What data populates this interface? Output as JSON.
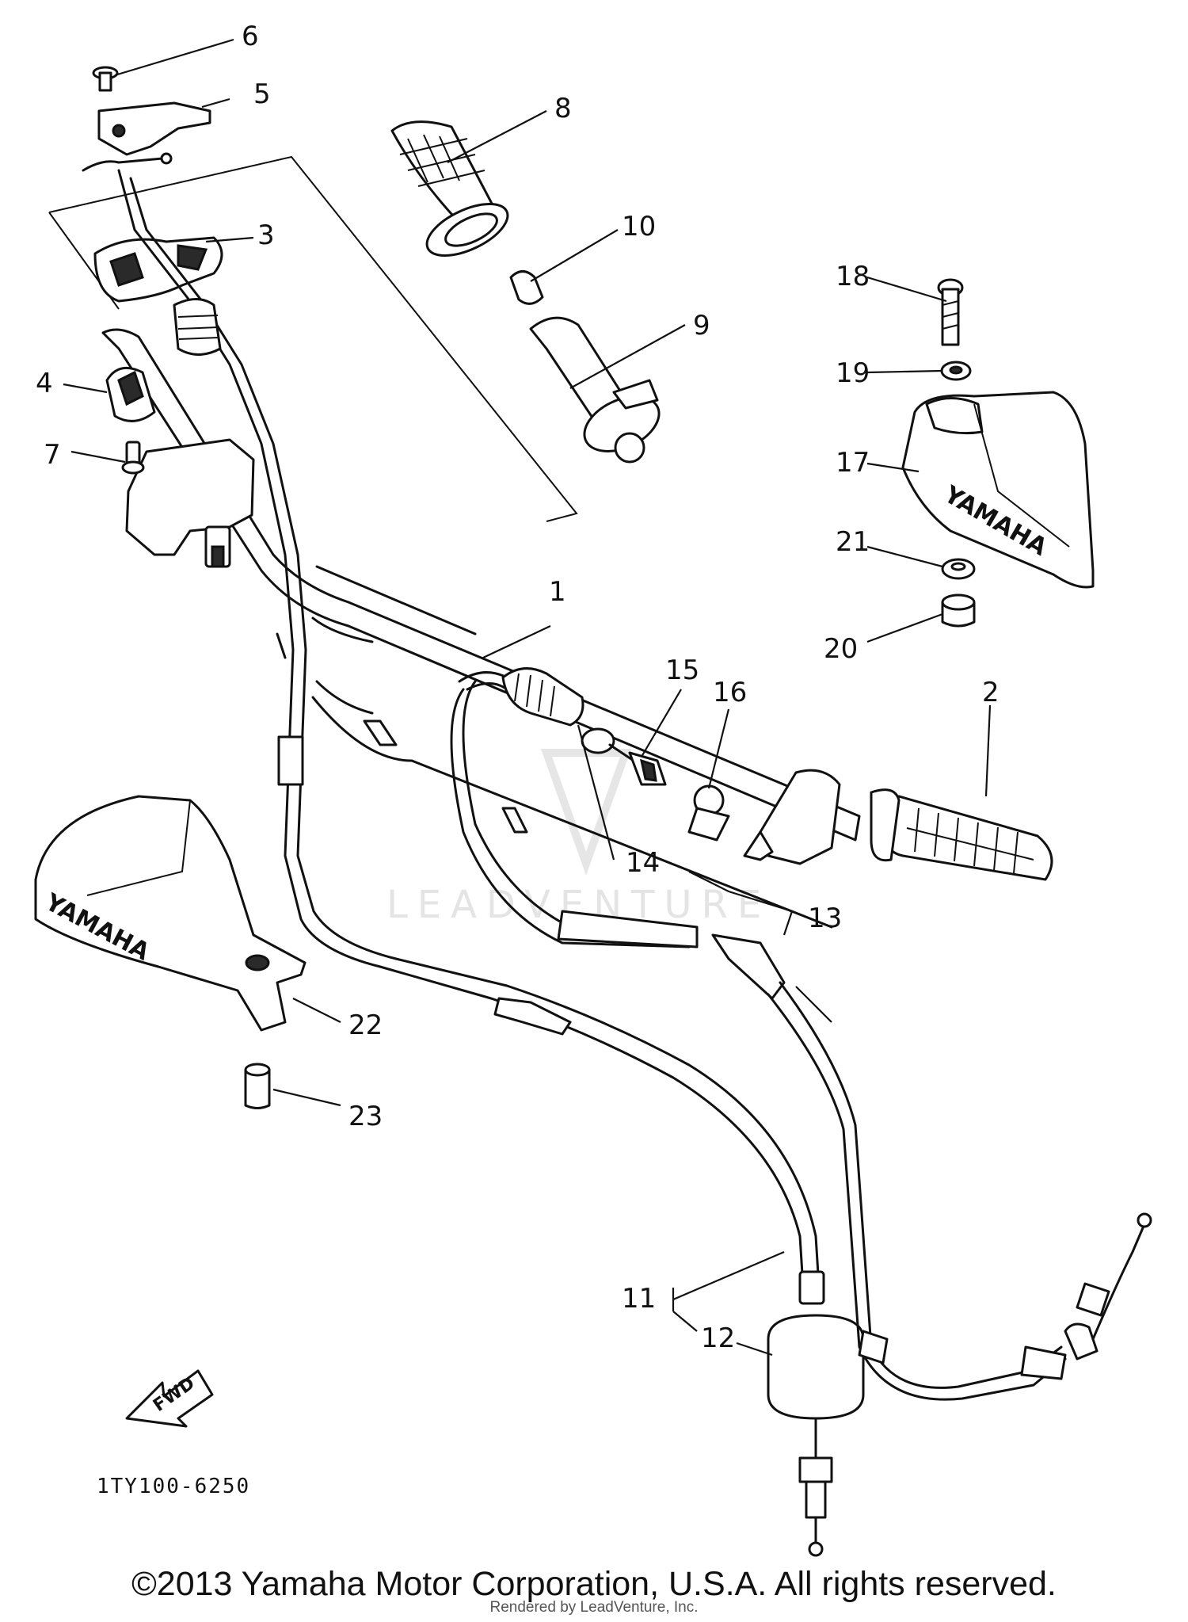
{
  "diagram": {
    "watermark": "LEADVENTURE",
    "diagram_code": "1TY100-6250",
    "fwd_label": "FWD",
    "brand_text": "YAMAHA",
    "copyright": "©2013 Yamaha Motor Corporation, U.S.A. All rights reserved.",
    "rendered_by": "Rendered by LeadVenture, Inc.",
    "callouts": {
      "c1": "1",
      "c2": "2",
      "c3": "3",
      "c4": "4",
      "c5": "5",
      "c6": "6",
      "c7": "7",
      "c8": "8",
      "c9": "9",
      "c10": "10",
      "c11": "11",
      "c12": "12",
      "c13": "13",
      "c14": "14",
      "c15": "15",
      "c16": "16",
      "c17": "17",
      "c18": "18",
      "c19": "19",
      "c20": "20",
      "c21": "21",
      "c22": "22",
      "c23": "23"
    }
  }
}
